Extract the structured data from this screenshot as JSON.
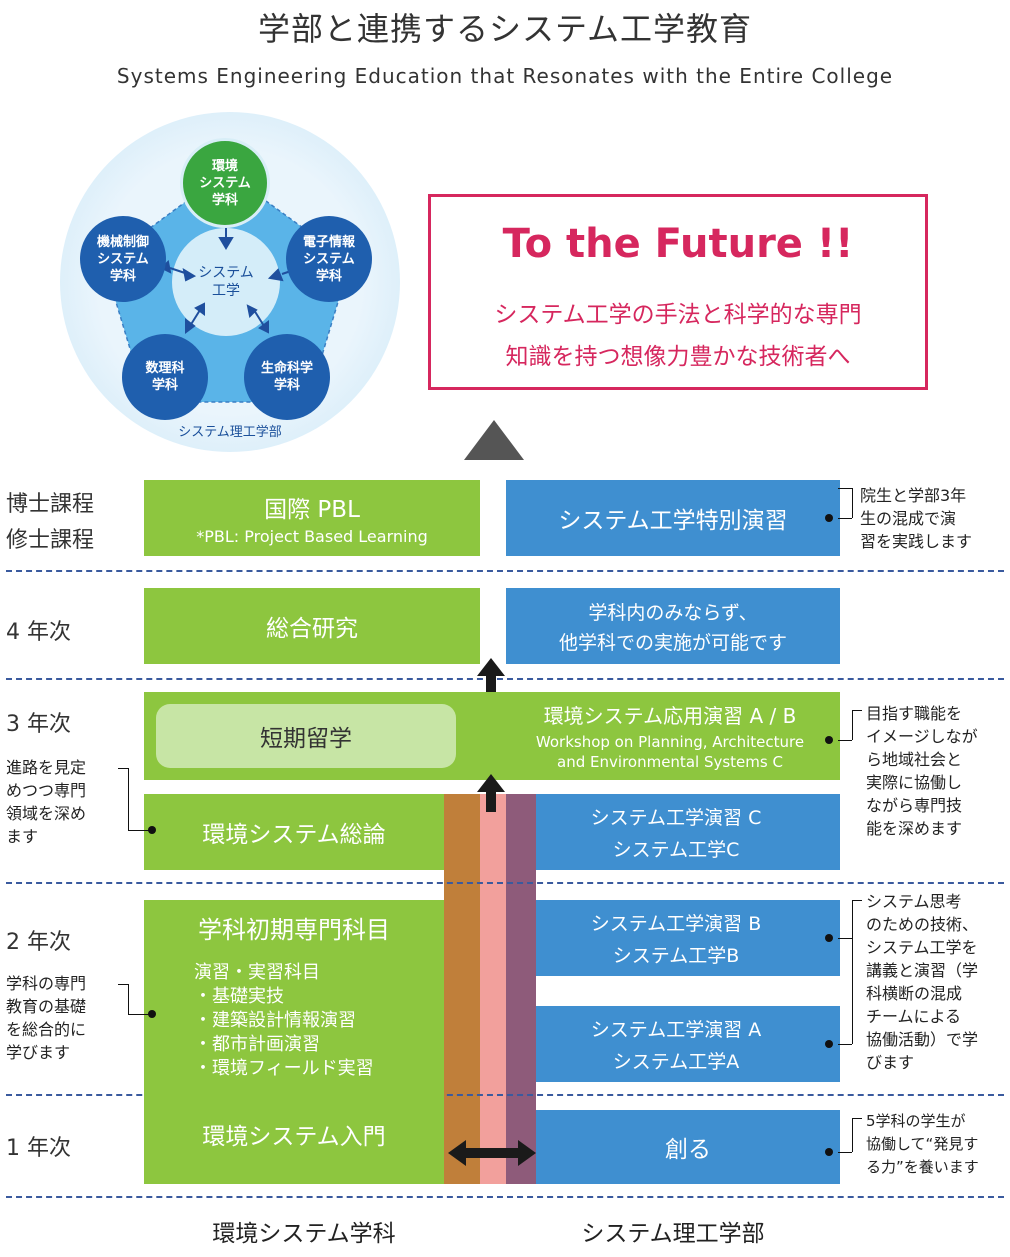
{
  "title": "学部と連携するシステム工学教育",
  "subtitle": "Systems Engineering Education that Resonates with the Entire College",
  "circle": {
    "top": "環境\nシステム\n学科",
    "left": "機械制御\nシステム\n学科",
    "right": "電子情報\nシステム\n学科",
    "bottom_left": "数理科\n学科",
    "bottom_right": "生命科学\n学科",
    "center": "システム\n工学",
    "caption": "システム理工学部"
  },
  "future": {
    "heading": "To the Future !!",
    "line1": "システム工学の手法と科学的な専門",
    "line2": "知識を持つ想像力豊かな技術者へ"
  },
  "rows": {
    "doctor_label": "博士課程",
    "master_label": "修士課程",
    "y4_label": "4 年次",
    "y3_label": "3 年次",
    "y2_label": "2 年次",
    "y1_label": "1 年次"
  },
  "boxes": {
    "pbl_title": "国際 PBL",
    "pbl_sub": "*PBL: Project Based Learning",
    "special_practice": "システム工学特別演習",
    "research": "総合研究",
    "research_note_1": "学科内のみならず、",
    "research_note_2": "他学科での実施が可能です",
    "short_study": "短期留学",
    "applied_title": "環境システム応用演習 A / B",
    "applied_sub_1": "Workshop on Planning, Architecture",
    "applied_sub_2": "and Environmental Systems C",
    "intro_env": "環境システム総論",
    "se_c_1": "システム工学演習 C",
    "se_c_2": "システム工学C",
    "early_title": "学科初期専門科目",
    "early_sub": "演習・実習科目",
    "early_items": [
      "・基礎実技",
      "・建築設計情報演習",
      "・都市計画演習",
      "・環境フィールド実習"
    ],
    "se_b_1": "システム工学演習 B",
    "se_b_2": "システム工学B",
    "se_a_1": "システム工学演習 A",
    "se_a_2": "システム工学A",
    "env_intro": "環境システム入門",
    "create": "創る"
  },
  "notes": {
    "grad": "院生と学部3年\n生の混成で演\n習を実践します",
    "y3_right": "目指す職能を\nイメージしなが\nら地域社会と\n実際に協働し\nながら専門技\n能を深めます",
    "y3_left": "進路を見定\nめつつ専門\n領域を深め\nます",
    "y2_right": "システム思考\nのための技術、\nシステム工学を\n講義と演習（学\n科横断の混成\nチームによる\n協働活動）で学\nびます",
    "y2_left": "学科の専門\n教育の基礎\nを総合的に\n学びます",
    "y1_right": "5学科の学生が\n協働して“発見す\nる力”を養います"
  },
  "footer": {
    "left": "環境システム学科",
    "right": "システム理工学部"
  },
  "colors": {
    "green": "#8dc63f",
    "blue": "#3f8fd0",
    "accent": "#d6275e",
    "light_green": "#c7e5a5"
  }
}
